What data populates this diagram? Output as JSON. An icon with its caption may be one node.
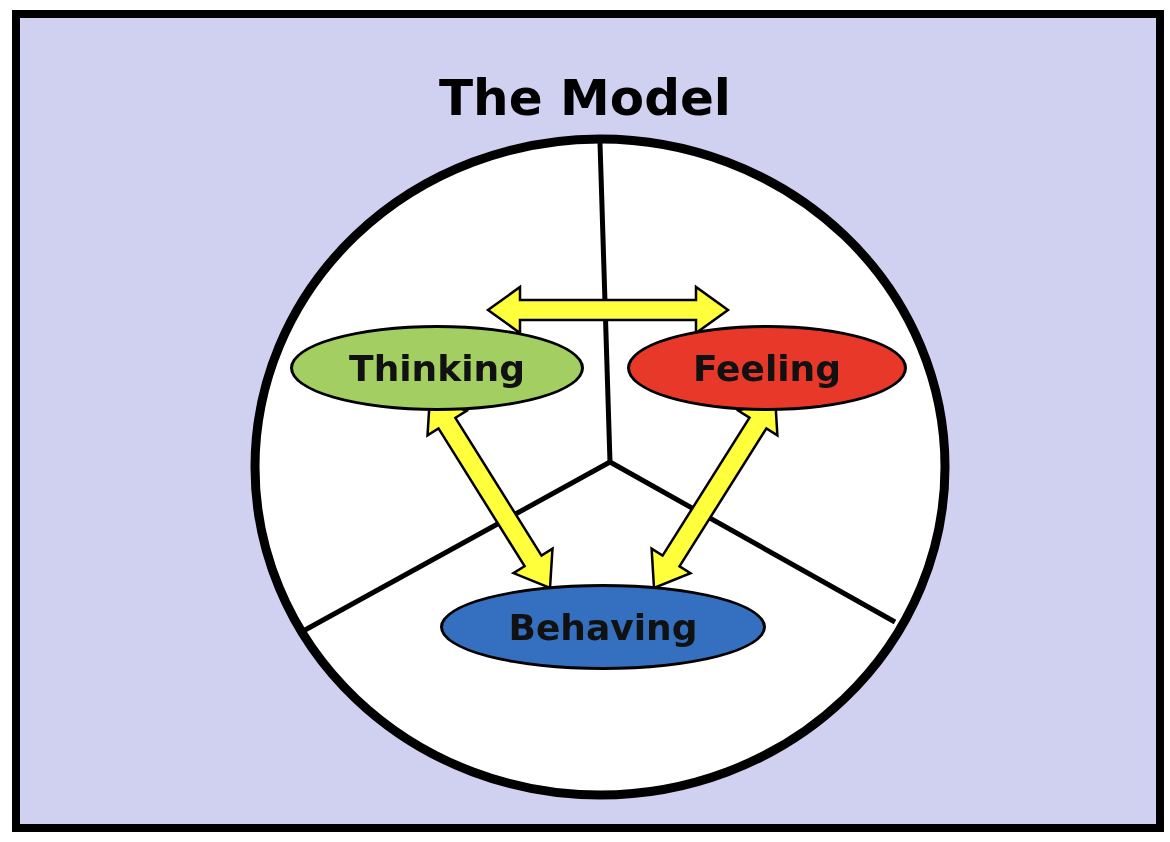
{
  "diagram": {
    "title": "The Model",
    "nodes": [
      {
        "text": [
          "Thinking"
        ]
      },
      {
        "text": [
          "Feeling"
        ]
      },
      {
        "text": [
          "Behaving"
        ]
      }
    ],
    "edges": [
      {
        "from": 0,
        "to": 1,
        "arrow": "both",
        "style": "thick"
      },
      {
        "from": 0,
        "to": 2,
        "arrow": "both",
        "style": "thick"
      },
      {
        "from": 1,
        "to": 2,
        "arrow": "both",
        "style": "thick"
      }
    ]
  }
}
